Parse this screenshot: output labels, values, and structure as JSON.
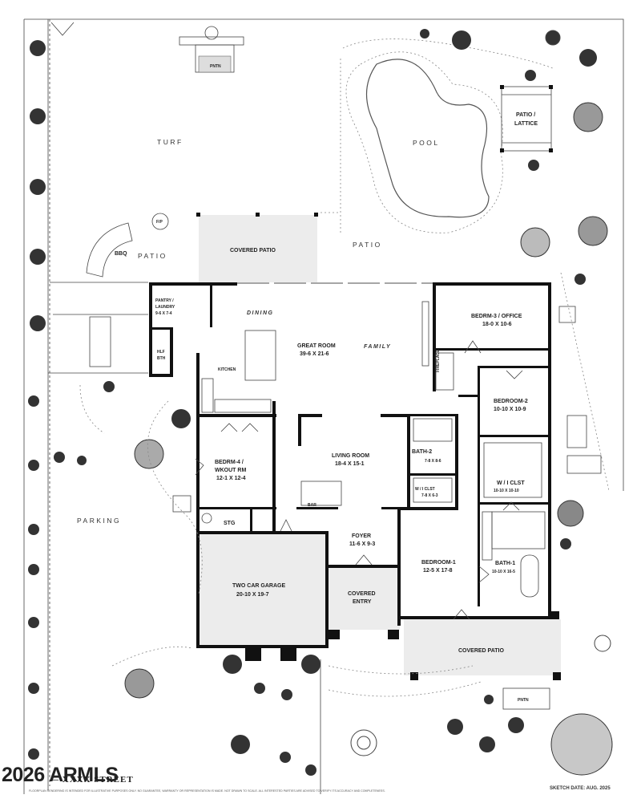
{
  "labels": {
    "pntn": "PNTN",
    "turf": "TURF",
    "pool": "POOL",
    "patio_lattice_1": "PATIO /",
    "patio_lattice_2": "LATTICE",
    "fp": "F/P",
    "bbq": "BBQ",
    "patio_left": "PATIO",
    "covered_patio_rear": "COVERED PATIO",
    "patio_right": "PATIO",
    "pantry_1": "PANTRY /",
    "pantry_2": "LAUNDRY",
    "pantry_dim": "9-6 X 7-4",
    "half_bath_1": "HLF",
    "half_bath_2": "BTH",
    "dining": "DINING",
    "great_room": "GREAT ROOM",
    "great_room_dim": "39-6 X 21-6",
    "family": "FAMILY",
    "kitchen": "KITCHEN",
    "fireplace": "FIREPLACE",
    "bedrm3": "BEDRM-3 / OFFICE",
    "bedrm3_dim": "18-0 X 10-6",
    "bedroom2": "BEDROOM-2",
    "bedroom2_dim": "10-10 X 10-9",
    "bedrm4_1": "BEDRM-4 /",
    "bedrm4_2": "WKOUT RM",
    "bedrm4_dim": "12-1 X 12-4",
    "living_room": "LIVING ROOM",
    "living_room_dim": "18-4 X 15-1",
    "bath2": "BATH-2",
    "bath2_dim": "7-8 X 8-6",
    "wi_clst_small": "W / I CLST",
    "wi_clst_small_dim": "7-8 X 6-3",
    "wi_clst": "W / I CLST",
    "wi_clst_dim": "10-10 X 10-10",
    "bar": "BAR",
    "stg": "STG",
    "parking": "PARKING",
    "foyer": "FOYER",
    "foyer_dim": "11-6 X 9-3",
    "bedroom1": "BEDROOM-1",
    "bedroom1_dim": "12-5 X 17-8",
    "bath1": "BATH-1",
    "bath1_dim": "10-10 X 16-5",
    "garage": "TWO CAR GARAGE",
    "garage_dim": "20-10 X 19-7",
    "covered_entry_1": "COVERED",
    "covered_entry_2": "ENTRY",
    "covered_patio_front": "COVERED PATIO",
    "pntn_front": "PNTN"
  },
  "footer": {
    "watermark": "2026 ARMLS",
    "street": "— XXXX STREET",
    "sketch_date": "SKETCH DATE:  AUG. 2025",
    "disclaimer": "FLOORPLAN RENDERING IS INTENDED FOR ILLUSTRATIVE PURPOSES ONLY. NO GUARANTEE, WARRANTY OR REPRESENTATION IS MADE. NOT DRAWN TO SCALE. ALL INTERESTED PARTIES ARE ADVISED TO VERIFY ITS ACCURACY AND COMPLETENESS."
  }
}
